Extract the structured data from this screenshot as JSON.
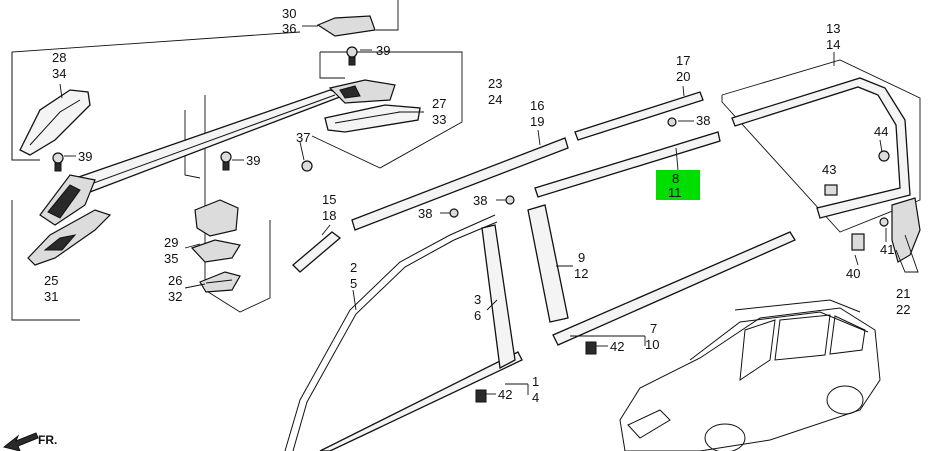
{
  "highlight_color": "#00dd00",
  "callouts": [
    {
      "id": "c30",
      "lines": [
        "30",
        "36"
      ]
    },
    {
      "id": "c28",
      "lines": [
        "28",
        "34"
      ]
    },
    {
      "id": "c39a",
      "lines": [
        "39"
      ]
    },
    {
      "id": "c39b",
      "lines": [
        "39"
      ]
    },
    {
      "id": "c39c",
      "lines": [
        "39"
      ]
    },
    {
      "id": "c23",
      "lines": [
        "23",
        "24"
      ]
    },
    {
      "id": "c27",
      "lines": [
        "27",
        "33"
      ]
    },
    {
      "id": "c37",
      "lines": [
        "37"
      ]
    },
    {
      "id": "c16",
      "lines": [
        "16",
        "19"
      ]
    },
    {
      "id": "c17",
      "lines": [
        "17",
        "20"
      ]
    },
    {
      "id": "c38a",
      "lines": [
        "38"
      ]
    },
    {
      "id": "c8",
      "lines": [
        "8",
        "11"
      ],
      "highlight": true
    },
    {
      "id": "c13",
      "lines": [
        "13",
        "14"
      ]
    },
    {
      "id": "c44",
      "lines": [
        "44"
      ]
    },
    {
      "id": "c43",
      "lines": [
        "43"
      ]
    },
    {
      "id": "c15",
      "lines": [
        "15",
        "18"
      ]
    },
    {
      "id": "c38b",
      "lines": [
        "38"
      ]
    },
    {
      "id": "c38c",
      "lines": [
        "38"
      ]
    },
    {
      "id": "c29",
      "lines": [
        "29",
        "35"
      ]
    },
    {
      "id": "c26",
      "lines": [
        "26",
        "32"
      ]
    },
    {
      "id": "c25",
      "lines": [
        "25",
        "31"
      ]
    },
    {
      "id": "c2",
      "lines": [
        "2",
        "5"
      ]
    },
    {
      "id": "c3",
      "lines": [
        "3",
        "6"
      ]
    },
    {
      "id": "c9",
      "lines": [
        "9",
        "12"
      ]
    },
    {
      "id": "c7",
      "lines": [
        "7",
        "10"
      ]
    },
    {
      "id": "c42a",
      "lines": [
        "42"
      ]
    },
    {
      "id": "c1",
      "lines": [
        "1",
        "4"
      ]
    },
    {
      "id": "c42b",
      "lines": [
        "42"
      ]
    },
    {
      "id": "c40",
      "lines": [
        "40"
      ]
    },
    {
      "id": "c41",
      "lines": [
        "41"
      ]
    },
    {
      "id": "c21",
      "lines": [
        "21",
        "22"
      ]
    }
  ],
  "front_marker": "FR."
}
